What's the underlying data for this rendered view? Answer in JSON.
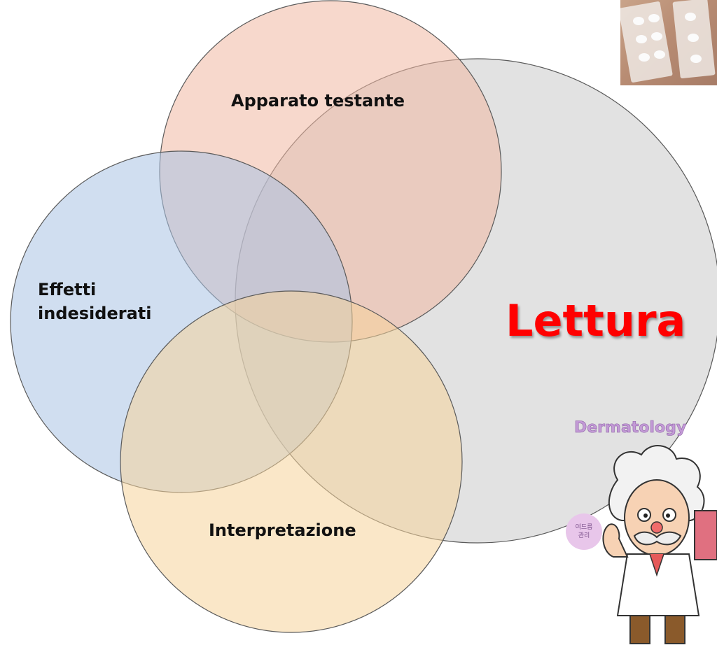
{
  "diagram": {
    "type": "venn",
    "circles": [
      {
        "id": "apparato",
        "label": "Apparato testante",
        "color": "#f3c2b0"
      },
      {
        "id": "effetti",
        "label": "Effetti indesiderati",
        "color": "#b9cde7"
      },
      {
        "id": "interpretazione",
        "label": "Interpretazione",
        "color": "#f7d9a4"
      },
      {
        "id": "lettura",
        "label": "Lettura",
        "color": "#cccccc",
        "text_color": "#ff0000"
      }
    ]
  },
  "illustrations": {
    "photo_icon": "patch-test-strip-photo",
    "cartoon_icon": "dermatology-professor-cartoon",
    "cartoon_banner": "Dermatology",
    "cartoon_bubble": "여드름 관리"
  }
}
